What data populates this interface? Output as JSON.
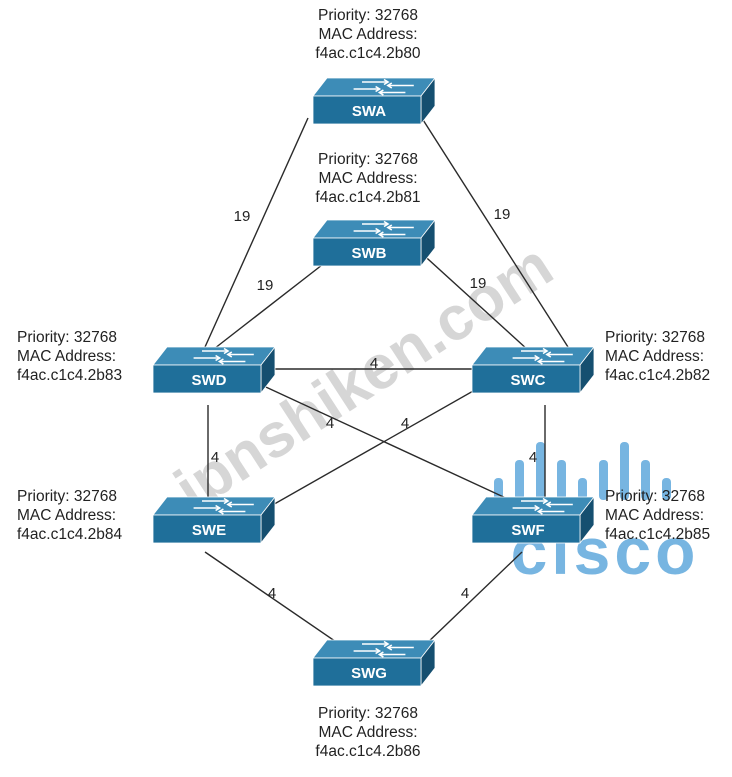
{
  "info_label_priority": "Priority:",
  "info_label_mac": "MAC Address:",
  "switches": [
    {
      "id": "SWA",
      "name": "SWA",
      "priority": "32768",
      "mac": "f4ac.c1c4.2b80"
    },
    {
      "id": "SWB",
      "name": "SWB",
      "priority": "32768",
      "mac": "f4ac.c1c4.2b81"
    },
    {
      "id": "SWC",
      "name": "SWC",
      "priority": "32768",
      "mac": "f4ac.c1c4.2b82"
    },
    {
      "id": "SWD",
      "name": "SWD",
      "priority": "32768",
      "mac": "f4ac.c1c4.2b83"
    },
    {
      "id": "SWE",
      "name": "SWE",
      "priority": "32768",
      "mac": "f4ac.c1c4.2b84"
    },
    {
      "id": "SWF",
      "name": "SWF",
      "priority": "32768",
      "mac": "f4ac.c1c4.2b85"
    },
    {
      "id": "SWG",
      "name": "SWG",
      "priority": "32768",
      "mac": "f4ac.c1c4.2b86"
    }
  ],
  "links": [
    {
      "from": "SWA",
      "to": "SWD",
      "cost": "19"
    },
    {
      "from": "SWA",
      "to": "SWC",
      "cost": "19"
    },
    {
      "from": "SWB",
      "to": "SWD",
      "cost": "19"
    },
    {
      "from": "SWB",
      "to": "SWC",
      "cost": "19"
    },
    {
      "from": "SWD",
      "to": "SWC",
      "cost": "4"
    },
    {
      "from": "SWD",
      "to": "SWE",
      "cost": "4"
    },
    {
      "from": "SWD",
      "to": "SWF",
      "cost": "4"
    },
    {
      "from": "SWC",
      "to": "SWE",
      "cost": "4"
    },
    {
      "from": "SWC",
      "to": "SWF",
      "cost": "4"
    },
    {
      "from": "SWE",
      "to": "SWG",
      "cost": "4"
    },
    {
      "from": "SWF",
      "to": "SWG",
      "cost": "4"
    }
  ],
  "watermark": {
    "text": "jpnshiken.com",
    "color": "#c8c8c8"
  },
  "logo": {
    "text": "cisco",
    "color": "#5fa8dc"
  },
  "colors": {
    "switch_front": "#1f6f9a",
    "switch_top": "#3d8cb7",
    "switch_side": "#154f70",
    "link": "#2a2a2a"
  }
}
